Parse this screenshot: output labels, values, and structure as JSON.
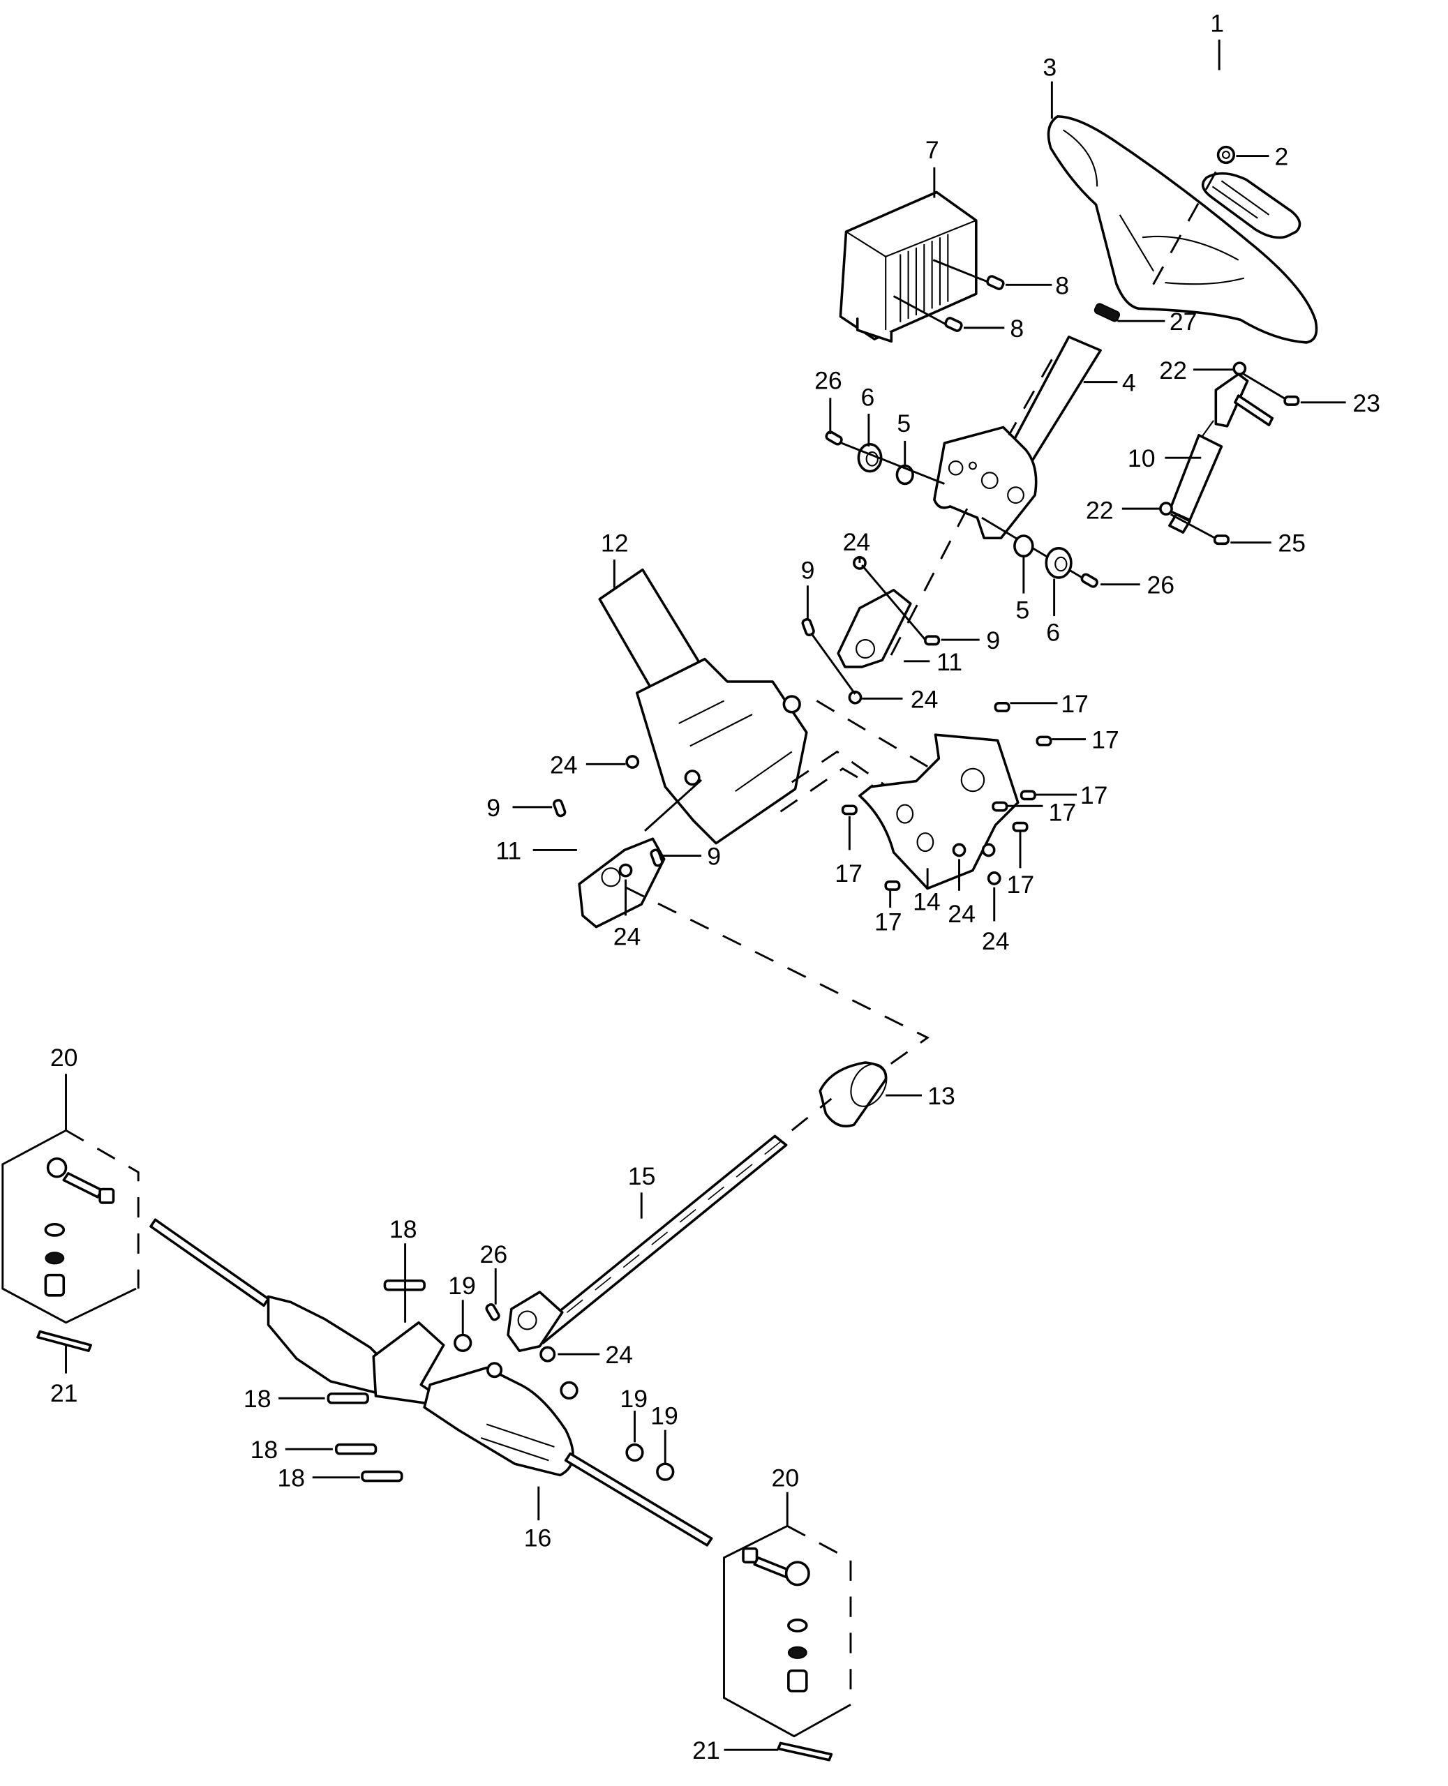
{
  "title": "Steering assembly exploded parts diagram",
  "parts": [
    {
      "id": "1",
      "component": "steering wheel cap"
    },
    {
      "id": "2",
      "component": "nut"
    },
    {
      "id": "3",
      "component": "steering wheel"
    },
    {
      "id": "4",
      "component": "steering column"
    },
    {
      "id": "5",
      "component": "bushing"
    },
    {
      "id": "6",
      "component": "bushing"
    },
    {
      "id": "7",
      "component": "EPS controller module"
    },
    {
      "id": "8",
      "component": "bolt"
    },
    {
      "id": "9",
      "component": "bolt"
    },
    {
      "id": "10",
      "component": "gas strut"
    },
    {
      "id": "11",
      "component": "universal joint"
    },
    {
      "id": "12",
      "component": "EPS motor unit"
    },
    {
      "id": "13",
      "component": "boot"
    },
    {
      "id": "14",
      "component": "mounting bracket"
    },
    {
      "id": "15",
      "component": "intermediate shaft"
    },
    {
      "id": "16",
      "component": "steering rack"
    },
    {
      "id": "17",
      "component": "bolt"
    },
    {
      "id": "18",
      "component": "bolt"
    },
    {
      "id": "19",
      "component": "nut"
    },
    {
      "id": "20",
      "component": "tie rod end kit"
    },
    {
      "id": "21",
      "component": "cotter pin"
    },
    {
      "id": "22",
      "component": "nut"
    },
    {
      "id": "23",
      "component": "bolt"
    },
    {
      "id": "24",
      "component": "nut"
    },
    {
      "id": "25",
      "component": "bolt"
    },
    {
      "id": "26",
      "component": "bolt"
    },
    {
      "id": "27",
      "component": "spacer"
    }
  ],
  "labels": [
    {
      "text": "1"
    },
    {
      "text": "2"
    },
    {
      "text": "3"
    },
    {
      "text": "7"
    },
    {
      "text": "8"
    },
    {
      "text": "8"
    },
    {
      "text": "27"
    },
    {
      "text": "4"
    },
    {
      "text": "22"
    },
    {
      "text": "23"
    },
    {
      "text": "26"
    },
    {
      "text": "6"
    },
    {
      "text": "5"
    },
    {
      "text": "10"
    },
    {
      "text": "22"
    },
    {
      "text": "25"
    },
    {
      "text": "12"
    },
    {
      "text": "24"
    },
    {
      "text": "9"
    },
    {
      "text": "5"
    },
    {
      "text": "6"
    },
    {
      "text": "26"
    },
    {
      "text": "9"
    },
    {
      "text": "11"
    },
    {
      "text": "24"
    },
    {
      "text": "17"
    },
    {
      "text": "17"
    },
    {
      "text": "24"
    },
    {
      "text": "17"
    },
    {
      "text": "9"
    },
    {
      "text": "17"
    },
    {
      "text": "11"
    },
    {
      "text": "9"
    },
    {
      "text": "17"
    },
    {
      "text": "17"
    },
    {
      "text": "17"
    },
    {
      "text": "14"
    },
    {
      "text": "24"
    },
    {
      "text": "24"
    },
    {
      "text": "24"
    },
    {
      "text": "17"
    },
    {
      "text": "20"
    },
    {
      "text": "13"
    },
    {
      "text": "15"
    },
    {
      "text": "18"
    },
    {
      "text": "26"
    },
    {
      "text": "19"
    },
    {
      "text": "24"
    },
    {
      "text": "18"
    },
    {
      "text": "19"
    },
    {
      "text": "19"
    },
    {
      "text": "18"
    },
    {
      "text": "18"
    },
    {
      "text": "16"
    },
    {
      "text": "20"
    },
    {
      "text": "21"
    },
    {
      "text": "21"
    }
  ]
}
